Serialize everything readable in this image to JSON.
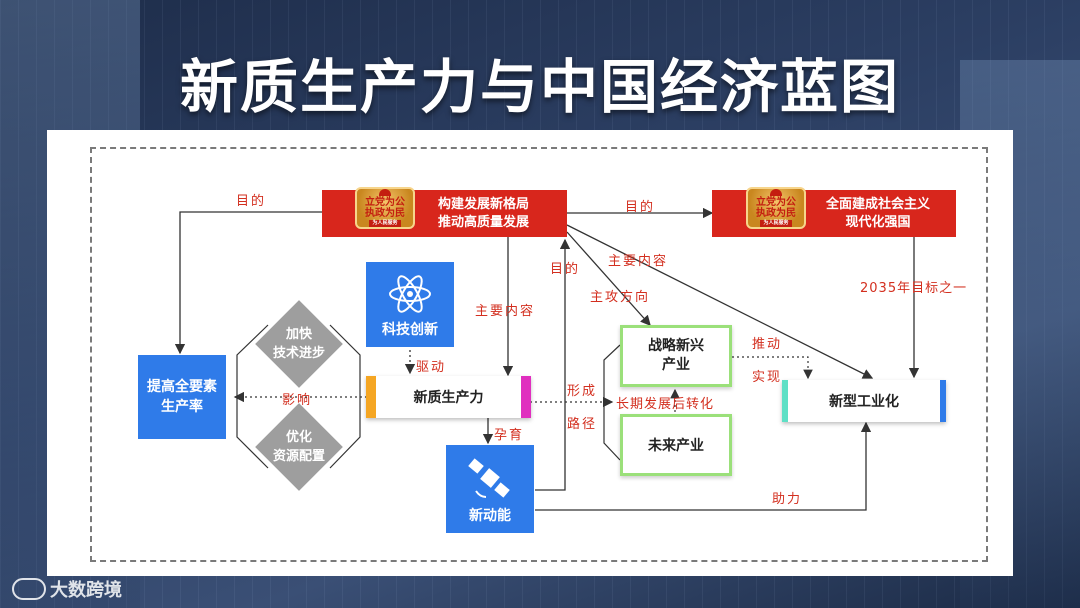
{
  "title": "新质生产力与中国经济蓝图",
  "seal": {
    "line1": "立党为公",
    "line2": "执政为民",
    "ribbon": "为人民服务"
  },
  "nodes": {
    "top_left_banner": {
      "line1": "构建发展新格局",
      "line2": "推动高质量发展"
    },
    "top_right_banner": {
      "line1": "全面建成社会主义",
      "line2": "现代化强国"
    },
    "tech_innovation": "科技创新",
    "tfp": {
      "line1": "提高全要素",
      "line2": "生产率"
    },
    "accelerate": {
      "line1": "加快",
      "line2": "技术进步"
    },
    "optimize": {
      "line1": "优化",
      "line2": "资源配置"
    },
    "new_productive_forces": "新质生产力",
    "new_momentum": "新动能",
    "strategic_emerging": {
      "line1": "战略新兴",
      "line2": "产业"
    },
    "future_industry": "未来产业",
    "new_industrialization": "新型工业化"
  },
  "labels": {
    "purpose_left": "目的",
    "purpose_top": "目的",
    "purpose_mid": "目的",
    "main_content_right": "主要内容",
    "main_attack": "主攻方向",
    "main_content_left": "主要内容",
    "goal_2035": "2035年目标之一",
    "drive": "驱动",
    "influence": "影响",
    "form": "形成",
    "path": "路径",
    "long_term": "长期发展后转化",
    "push": "推动",
    "realize": "实现",
    "nurture": "孕育",
    "assist": "助力"
  },
  "watermark": "大数跨境",
  "colors": {
    "banner_red": "#d8261c",
    "node_blue": "#2f7be9",
    "label_red": "#d32f1f",
    "diamond_gray": "#9e9e9e"
  }
}
